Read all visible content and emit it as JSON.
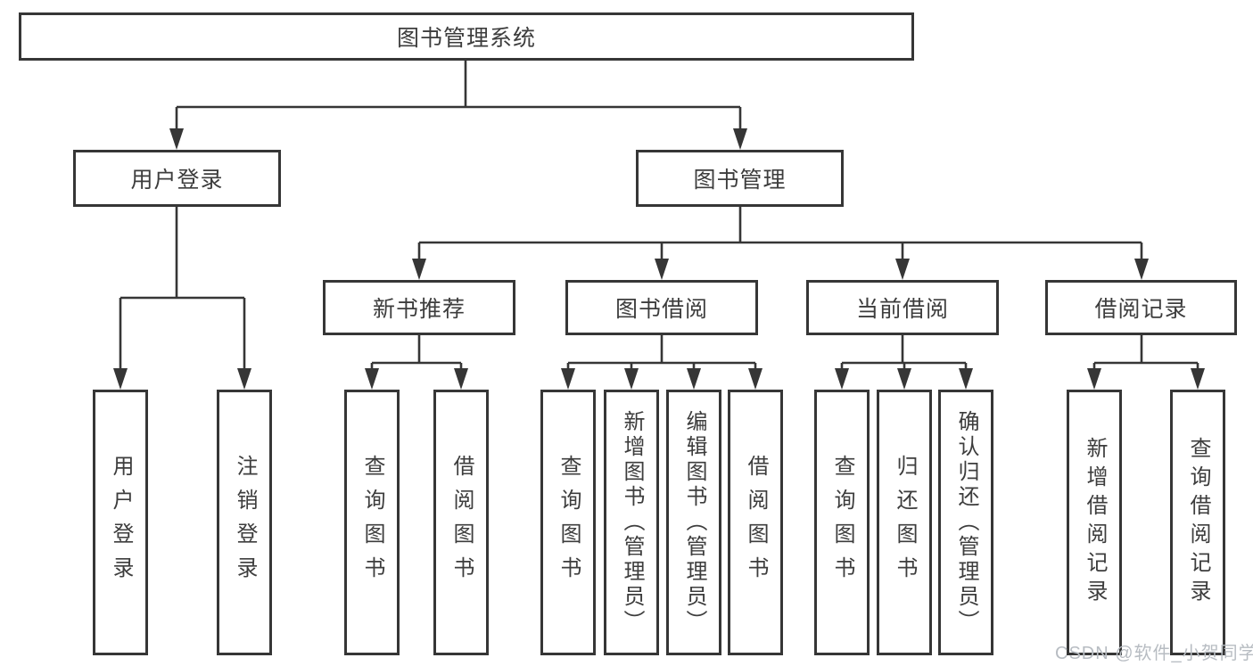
{
  "diagram": {
    "root": {
      "label": "图书管理系统"
    },
    "user_branch": {
      "label": "用户登录",
      "children": [
        {
          "label": "用户登录"
        },
        {
          "label": "注销登录"
        }
      ]
    },
    "mgmt_branch": {
      "label": "图书管理",
      "modules": [
        {
          "label": "新书推荐",
          "children": [
            {
              "label": "查询图书"
            },
            {
              "label": "借阅图书"
            }
          ]
        },
        {
          "label": "图书借阅",
          "children": [
            {
              "label": "查询图书"
            },
            {
              "label": "新增图书（管理员）"
            },
            {
              "label": "编辑图书（管理员）"
            },
            {
              "label": "借阅图书"
            }
          ]
        },
        {
          "label": "当前借阅",
          "children": [
            {
              "label": "查询图书"
            },
            {
              "label": "归还图书"
            },
            {
              "label": "确认归还（管理员）"
            }
          ]
        },
        {
          "label": "借阅记录",
          "children": [
            {
              "label": "新增借阅记录"
            },
            {
              "label": "查询借阅记录"
            }
          ]
        }
      ]
    }
  },
  "watermark": {
    "text": "CSDN @软件_小贺同学"
  },
  "colors": {
    "line": "#363636",
    "border": "#363636",
    "text": "#3d3d3d",
    "watermark_text": "#b7bcc2",
    "background": "#ffffff"
  }
}
